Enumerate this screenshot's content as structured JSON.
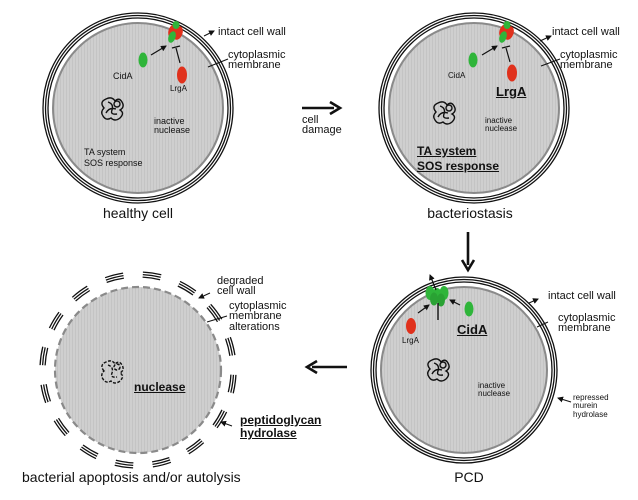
{
  "colors": {
    "cytoplasm": "#cfcfcf",
    "cytoplasm_stripe": "#c2c2c2",
    "membrane": "#8a8a8a",
    "wall": "#111111",
    "cida_green": "#2fb53a",
    "lrga_red": "#e0311c"
  },
  "panels": {
    "healthy": {
      "caption": "healthy cell",
      "cida": "CidA",
      "lrga": "LrgA",
      "nuclease": [
        "inactive",
        "nuclease"
      ],
      "systems": [
        "TA system",
        "SOS response"
      ],
      "wall_label": "intact cell wall",
      "membrane_label": [
        "cytoplasmic",
        "membrane"
      ]
    },
    "bacteriostasis": {
      "caption": "bacteriostasis",
      "cida": "CidA",
      "lrga": "LrgA",
      "nuclease": [
        "inactive",
        "nuclease"
      ],
      "systems": [
        "TA system",
        "SOS response"
      ],
      "wall_label": "intact cell wall",
      "membrane_label": [
        "cytoplasmic",
        "membrane"
      ]
    },
    "pcd": {
      "caption": "PCD",
      "cida": "CidA",
      "lrga": "LrgA",
      "nuclease": [
        "inactive",
        "nuclease"
      ],
      "wall_label": "intact cell wall",
      "membrane_label": [
        "cytoplasmic",
        "membrane"
      ],
      "hydrolase_label": [
        "repressed",
        "murein",
        "hydrolase"
      ]
    },
    "apoptosis": {
      "caption": "bacterial apoptosis and/or autolysis",
      "nuclease": "nuclease",
      "wall_label": [
        "degraded",
        "cell wall"
      ],
      "membrane_label": [
        "cytoplasmic",
        "membrane",
        "alterations"
      ],
      "hydrolase_label": [
        "peptidoglycan",
        "hydrolase"
      ]
    }
  },
  "transitions": {
    "step1": [
      "cell",
      "damage"
    ]
  }
}
